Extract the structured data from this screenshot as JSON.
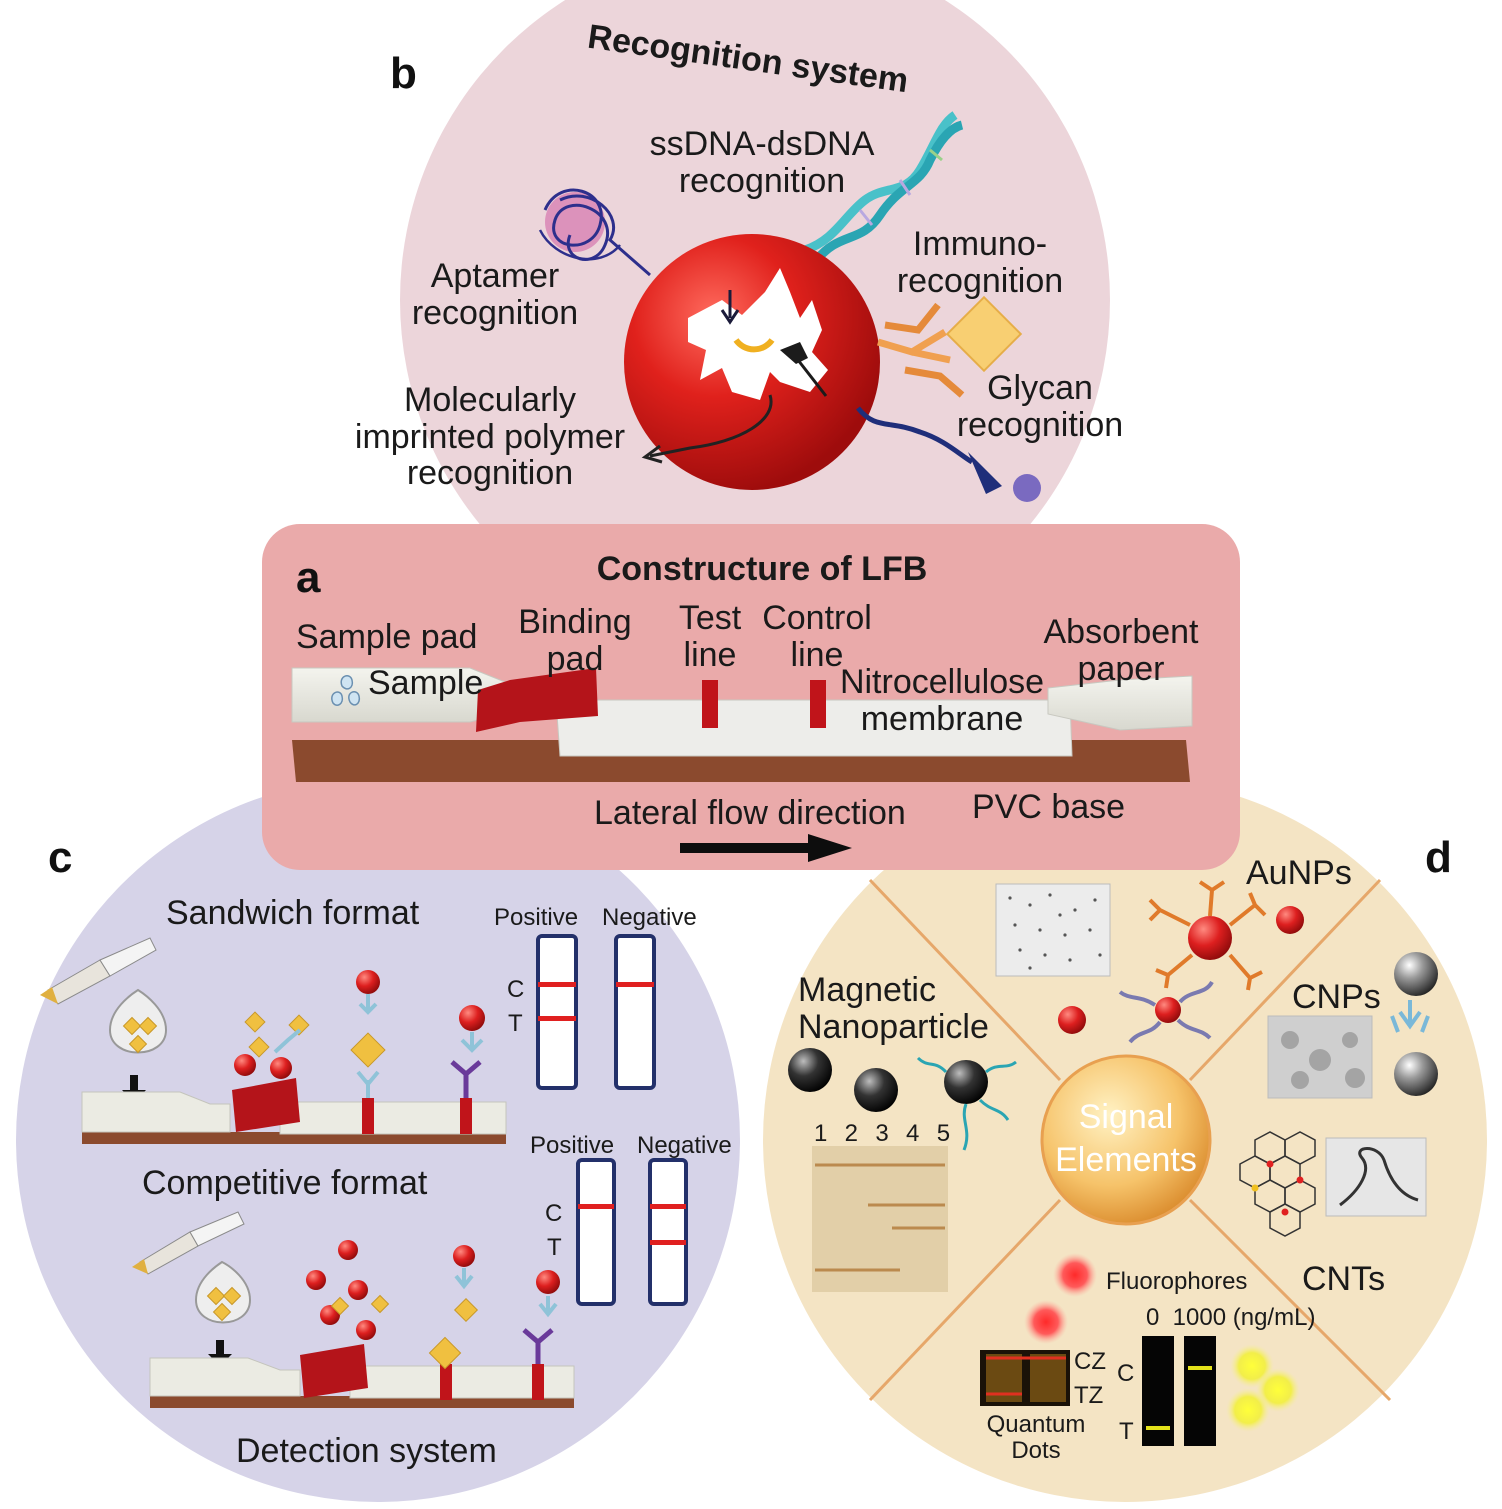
{
  "panels": {
    "b": {
      "letter": "b",
      "title": "Recognition system",
      "ssdna": "ssDNA-dsDNA\nrecognition",
      "aptamer": "Aptamer\nrecognition",
      "immuno": "Immuno-\nrecognition",
      "mip": "Molecularly\nimprinted polymer\nrecognition",
      "glycan": "Glycan\nrecognition"
    },
    "a": {
      "letter": "a",
      "title": "Constructure of LFB",
      "sample_pad": "Sample pad",
      "binding_pad": "Binding\npad",
      "test_line": "Test\nline",
      "control_line": "Control\nline",
      "absorbent_paper": "Absorbent\npaper",
      "sample": "Sample",
      "nitrocellulose": "Nitrocellulose\nmembrane",
      "flow": "Lateral flow direction",
      "pvc": "PVC base"
    },
    "c": {
      "letter": "c",
      "sandwich": "Sandwich format",
      "competitive": "Competitive format",
      "detection": "Detection system",
      "positive": "Positive",
      "negative": "Negative",
      "c_label": "C",
      "t_label": "T"
    },
    "d": {
      "letter": "d",
      "aunps": "AuNPs",
      "cnps": "CNPs",
      "magnetic": "Magnetic\nNanoparticle",
      "lanes": "1  2  3  4  5",
      "signal": "Signal\nElements",
      "cnts": "CNTs",
      "fluorophores": "Fluorophores",
      "conc": "0  1000 (ng/mL)",
      "cz": "CZ",
      "tz": "TZ",
      "c": "C",
      "t": "T",
      "qd": "Quantum\nDots"
    }
  },
  "colors": {
    "panel_b_bg": "#ecd5da",
    "panel_a_bg": "#eaaaaa",
    "panel_c_bg": "#d6d3e8",
    "panel_d_bg": "#f4e4c4",
    "red": "#d42020",
    "strip_red": "#c4141c",
    "pvc": "#8b4a2e"
  },
  "icons": [
    "dna-helix-icon",
    "aptamer-coil-icon",
    "antibody-icon",
    "glycan-icon",
    "nanoparticle-icon",
    "pipette-icon",
    "arrow-right-icon"
  ]
}
